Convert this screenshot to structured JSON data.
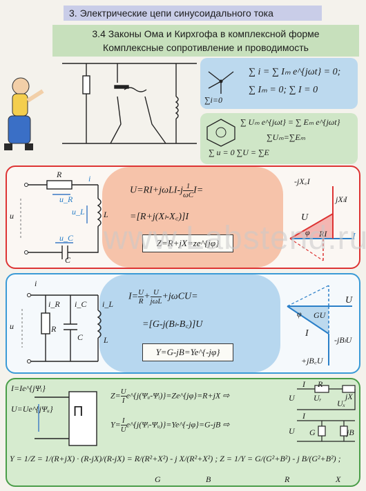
{
  "header": {
    "section": "3. Электрические цепи синусоидального тока",
    "subtitle_line1": "3.4 Законы Ома и Кирхгофа в комплексной форме",
    "subtitle_line2": "Комплексные сопротивление и проводимость"
  },
  "kirchhoff": {
    "current_law_1": "∑ i = ∑ Iₘ e^{jωt} = 0;",
    "current_law_2": "∑ Iₘ = 0;  ∑ I = 0",
    "node_label": "∑i=0",
    "voltage_law_1": "∑ Uₘ e^{jωt} = ∑ Eₘ e^{jωt}",
    "voltage_law_2": "∑Uₘ=∑Eₘ",
    "voltage_law_3": "∑ u = 0    ∑U = ∑E"
  },
  "series_panel": {
    "label_R": "R",
    "label_i": "i",
    "label_uR": "u_R",
    "label_uL": "u_L",
    "label_L": "L",
    "label_u": "u",
    "label_uC": "u_C",
    "label_C": "C",
    "eq1": "U=RI+jωLI-j",
    "eq1_tail": "I=",
    "eq1_frac_num": "1",
    "eq1_frac_den": "ωC",
    "eq2": "=[R+j(Xₗ-X꜀)]I",
    "eq3": "Z=R+jX=ze^{jφ}",
    "phasor_jXcI": "-jX꜀I",
    "phasor_jXlI": "jXₗI",
    "phasor_U": "U",
    "phasor_phi": "φ",
    "phasor_RI": "RI",
    "phasor_I": "I"
  },
  "parallel_panel": {
    "label_i": "i",
    "label_iR": "i_R",
    "label_iC": "i_C",
    "label_iL": "i_L",
    "label_u": "u",
    "label_R": "R",
    "label_C": "C",
    "label_L": "L",
    "eq1": "I=",
    "eq1_f1_num": "U",
    "eq1_f1_den": "R",
    "eq1_f2_num": "U",
    "eq1_f2_den": "jωL",
    "eq1_tail": "+jωCU=",
    "eq2": "=[G-j(Bₗ-B꜀)]U",
    "eq3": "Y=G-jB=Ye^{-jφ}",
    "phasor_U": "U",
    "phasor_phi": "φ",
    "phasor_GU": "GU",
    "phasor_I": "I",
    "phasor_jBlU": "-jBₗU",
    "phasor_jBcU": "+jB꜀U"
  },
  "bottom_panel": {
    "I_label": "I=Ie^{jΨᵢ}",
    "U_label": "U=Ue^{jΨᵤ}",
    "block": "П",
    "Z_eq": "Z=",
    "Z_frac_num": "U",
    "Z_frac_den": "I",
    "Z_tail": "e^{j(Ψᵤ-Ψᵢ)}=Ze^{jφ}=R+jX ⇨",
    "Y_eq": "Y=",
    "Y_frac_num": "I",
    "Y_frac_den": "U",
    "Y_tail": "e^{j(Ψᵢ-Ψᵤ)}=Ye^{-jφ}=G-jB ⇨",
    "series_R": "R",
    "series_jX": "jX",
    "series_Ur": "Uᵣ",
    "series_Ux": "Uₓ",
    "series_U": "U",
    "series_I": "I",
    "parallel_G": "G",
    "parallel_jB": "jB",
    "parallel_U": "U",
    "parallel_I": "I",
    "bottom_eq": "Y = 1/Z = 1/(R+jX) · (R-jX)/(R-jX) = R/(R²+X²) - j X/(R²+X²) ;  Z = 1/Y = G/(G²+B²) - j B/(G²+B²) ;",
    "under_G": "G",
    "under_B": "B",
    "under_R": "R",
    "under_X": "X"
  },
  "watermark": "www.Labstend.ru"
}
